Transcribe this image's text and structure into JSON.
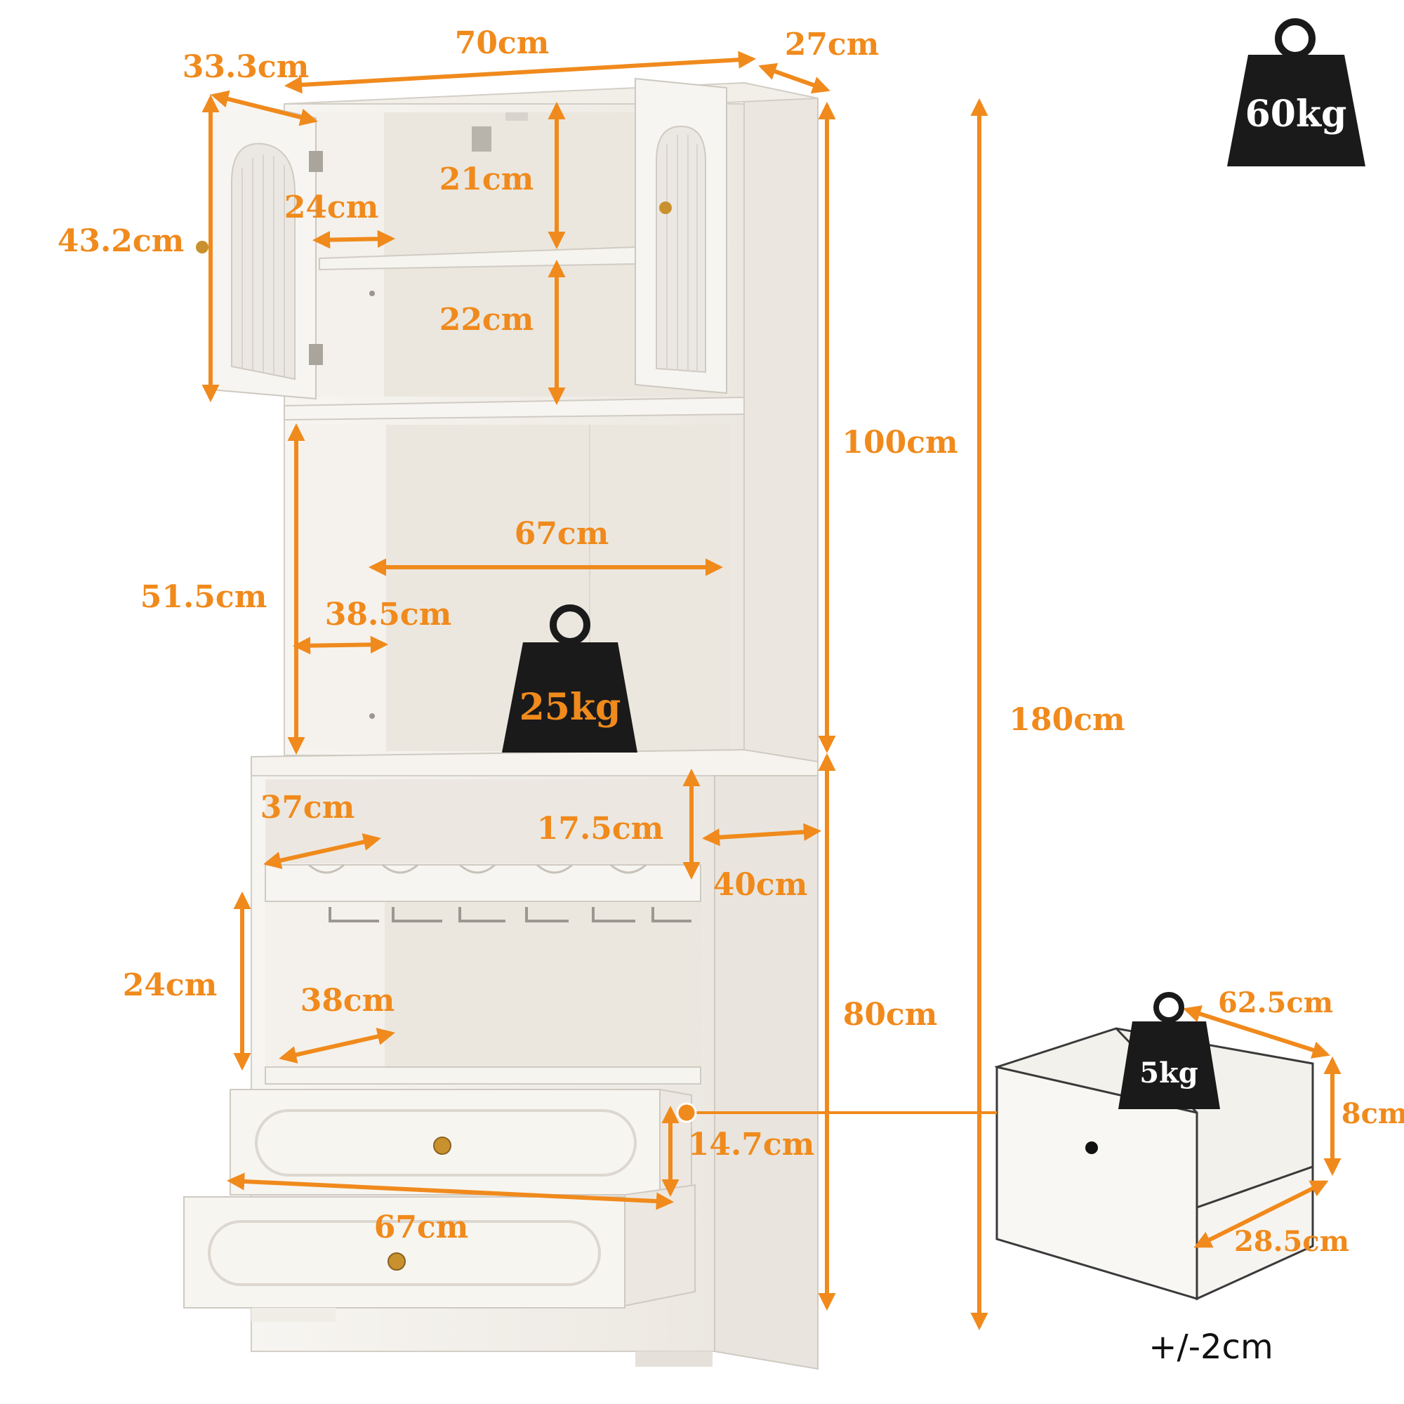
{
  "weights": {
    "total": "60kg",
    "shelf": "25kg",
    "drawer": "5kg"
  },
  "dimensions": {
    "overall_width": "70cm",
    "overall_depth": "27cm",
    "door_width": "33.3cm",
    "door_height": "43.2cm",
    "upper_shelf_height": "21cm",
    "upper_shelf_depth": "24cm",
    "lower_upper_shelf_height": "22cm",
    "upper_cabinet_height": "100cm",
    "total_height": "180cm",
    "open_shelf_width": "67cm",
    "open_shelf_height": "51.5cm",
    "open_shelf_depth": "38.5cm",
    "wine_rack_depth": "37cm",
    "wine_rack_height": "17.5cm",
    "base_depth": "40cm",
    "glass_rack_height": "24cm",
    "glass_rack_depth": "38cm",
    "base_height": "80cm",
    "drawer_height": "14.7cm",
    "drawer_width": "67cm",
    "drawer_inner_width": "62.5cm",
    "drawer_inner_height": "8cm",
    "drawer_inner_depth": "28.5cm"
  },
  "tolerance": "+/-2cm",
  "colors": {
    "accent": "#f08a1c",
    "weight_icon": "#1a1a1a",
    "cabinet": "#f4f1ec",
    "knob": "#c9912e"
  }
}
